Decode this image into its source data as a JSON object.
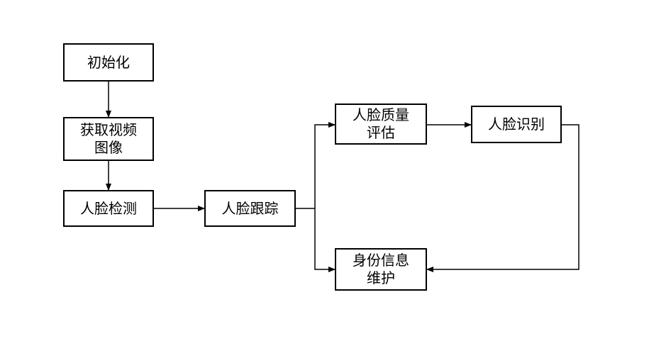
{
  "diagram": {
    "nodes": {
      "init": "初始化",
      "get_video": "获取视频\n图像",
      "face_detect": "人脸检测",
      "face_track": "人脸跟踪",
      "quality_eval": "人脸质量\n评估",
      "face_recog": "人脸识别",
      "identity_maint": "身份信息\n维护"
    },
    "edges": [
      {
        "from": "init",
        "to": "get_video"
      },
      {
        "from": "get_video",
        "to": "face_detect"
      },
      {
        "from": "face_detect",
        "to": "face_track"
      },
      {
        "from": "face_track",
        "to": "quality_eval"
      },
      {
        "from": "face_track",
        "to": "identity_maint"
      },
      {
        "from": "quality_eval",
        "to": "face_recog"
      },
      {
        "from": "face_recog",
        "to": "identity_maint"
      }
    ],
    "line_color": "#000000"
  }
}
